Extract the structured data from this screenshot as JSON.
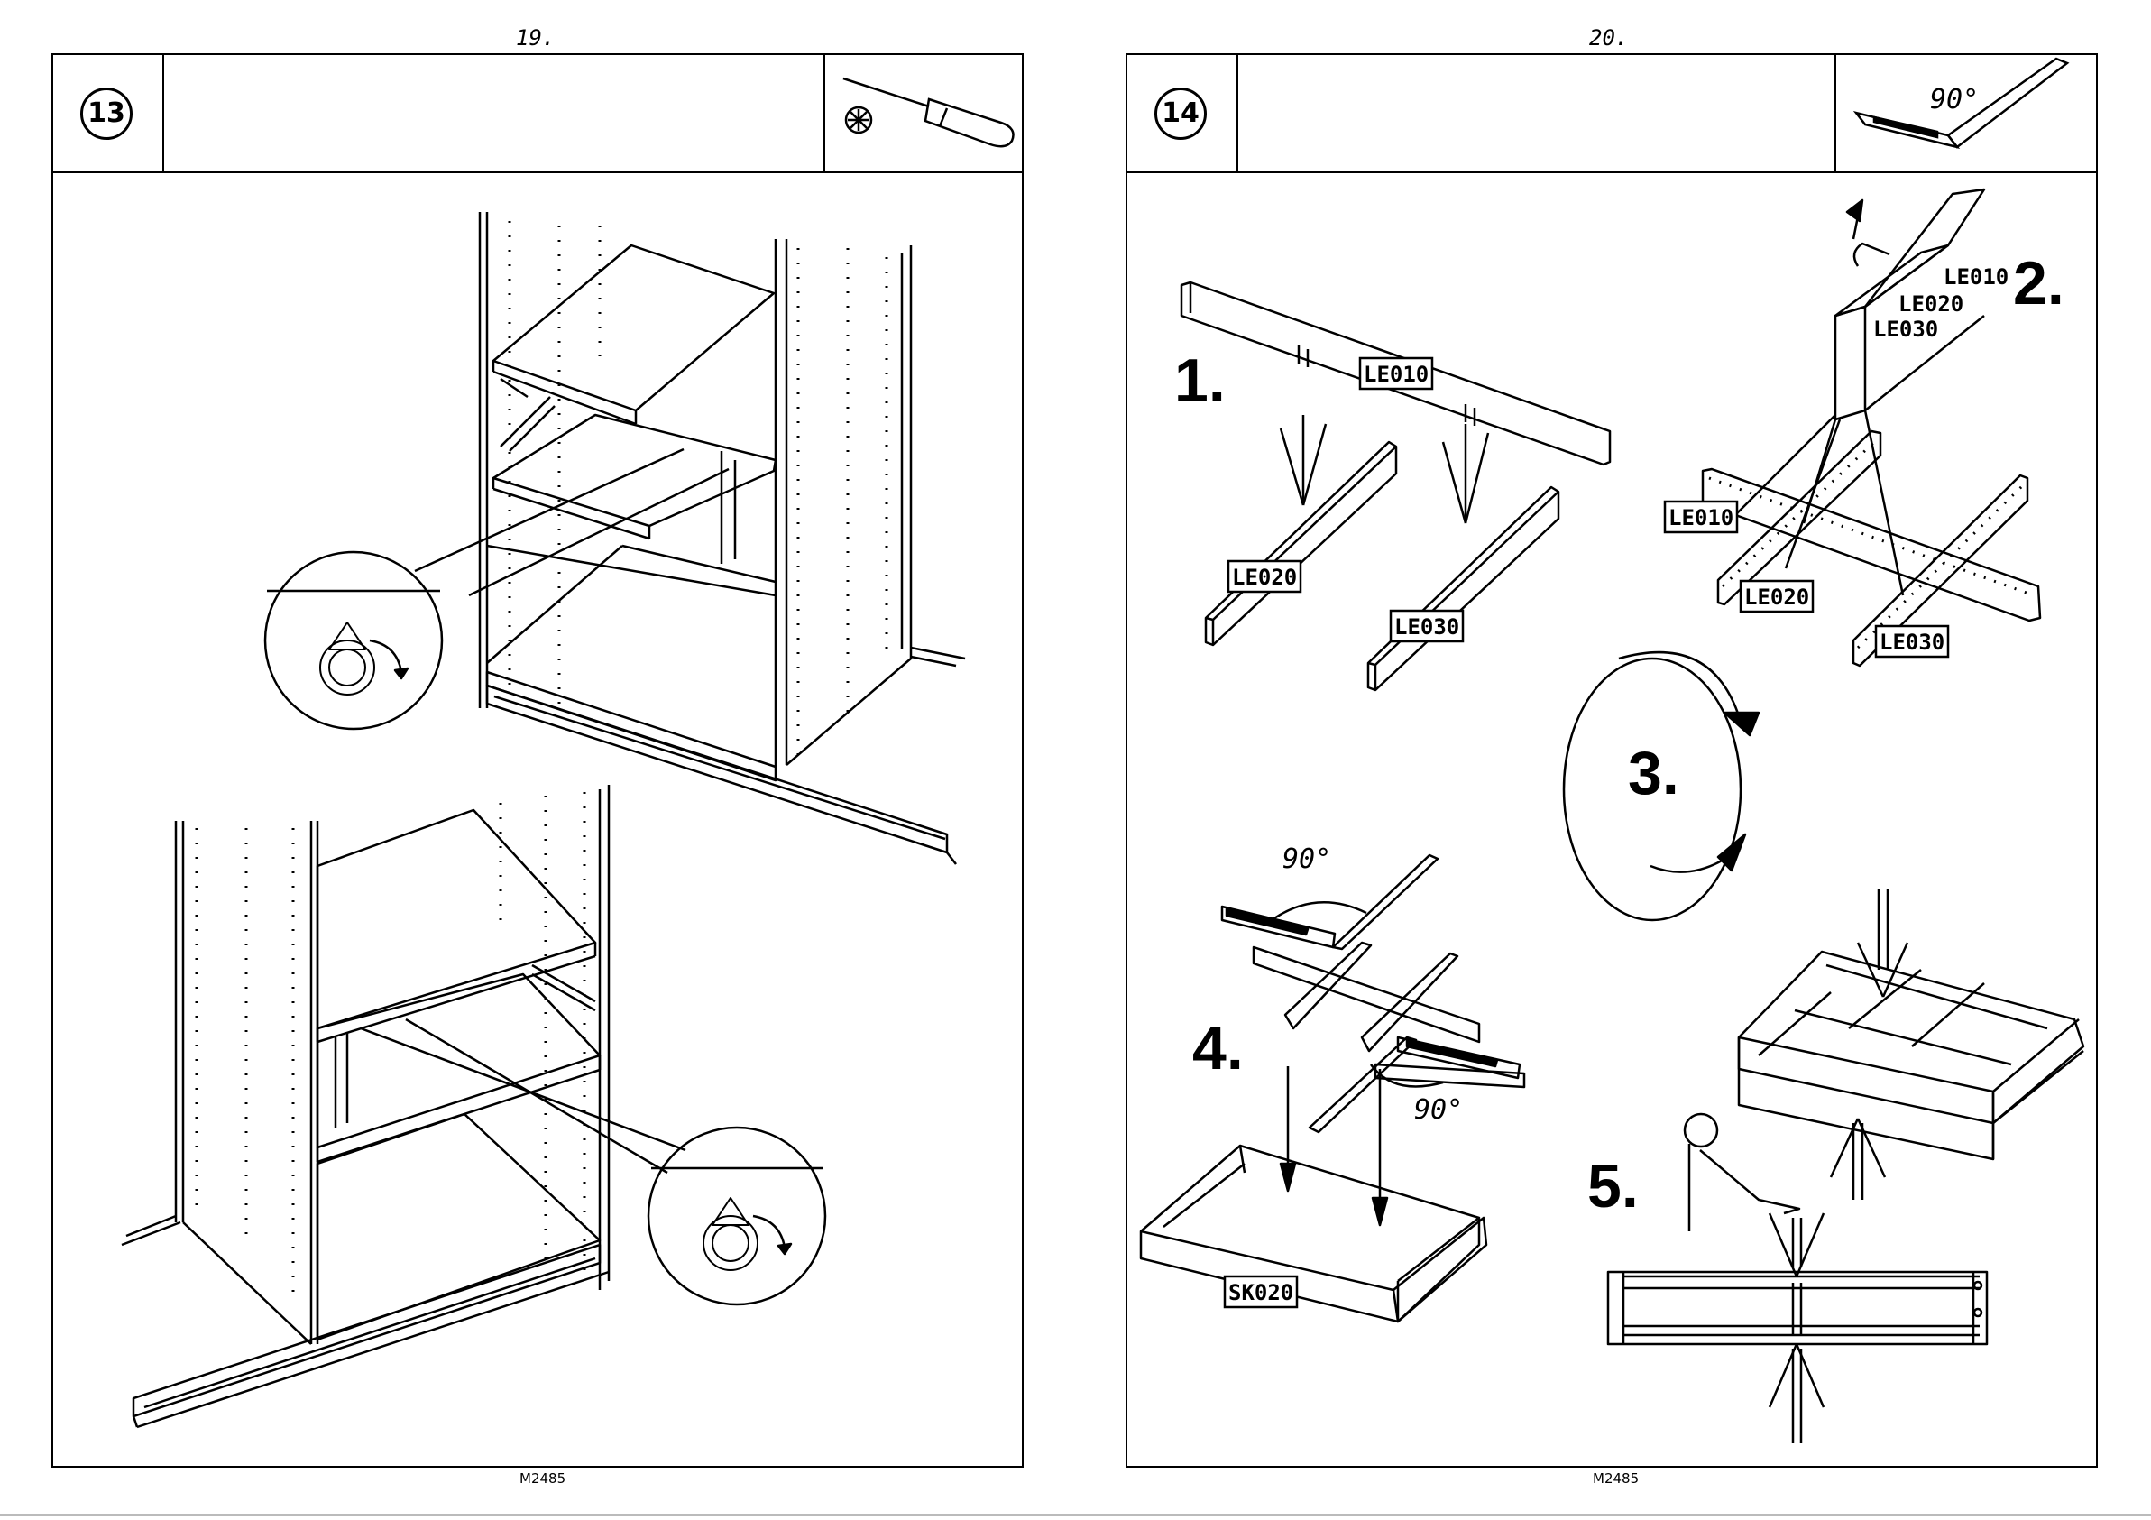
{
  "left_page": {
    "page_number": "19.",
    "step": "13",
    "footer_code": "M2485",
    "tool_icon": "screwdriver-icon"
  },
  "right_page": {
    "page_number": "20.",
    "step": "14",
    "footer_code": "M2485",
    "tool_icon": "set-square-icon",
    "tool_angle": "90°",
    "sub_steps": [
      "1.",
      "2.",
      "3.",
      "4.",
      "5."
    ],
    "part_labels": {
      "le010": "LE010",
      "le020": "LE020",
      "le030": "LE030",
      "sk020": "SK020"
    },
    "angle_marks": [
      "90°",
      "90°"
    ]
  }
}
